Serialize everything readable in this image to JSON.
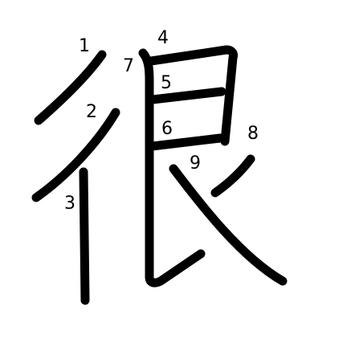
{
  "character": "很",
  "stroke_count": 9,
  "stroke_numbers": [
    "1",
    "2",
    "3",
    "4",
    "5",
    "6",
    "7",
    "8",
    "9"
  ],
  "stroke_color": "#000000",
  "background_color": "#ffffff"
}
